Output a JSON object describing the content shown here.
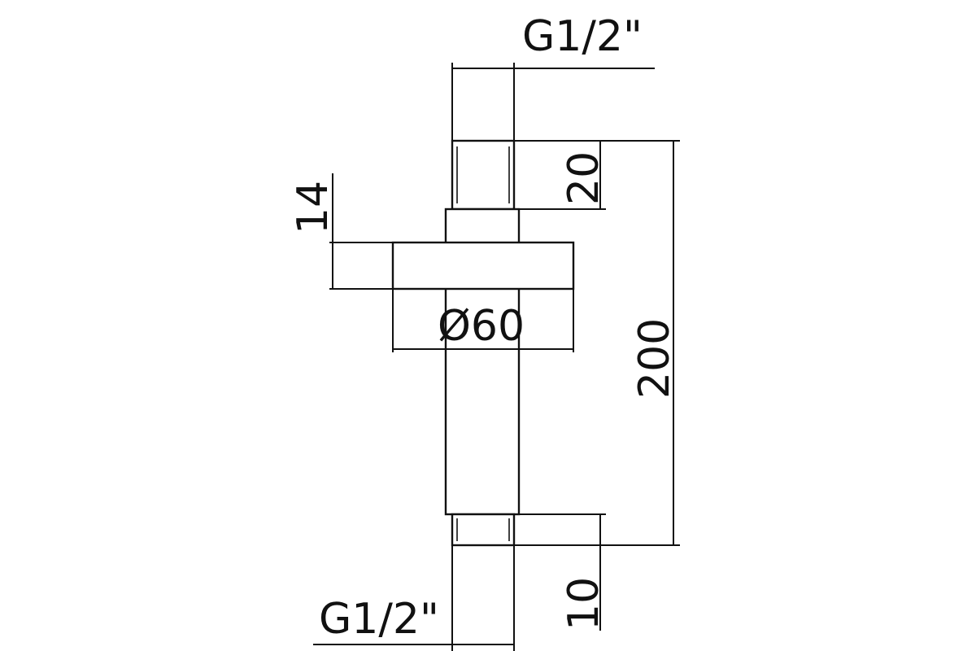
{
  "drawing": {
    "thread_top": "G1/2\"",
    "thread_bottom": "G1/2\"",
    "dim_top_thread_length": "20",
    "dim_flange_thickness": "14",
    "dim_flange_diameter": "Ø60",
    "dim_total_length": "200",
    "dim_bottom_thread_length": "10",
    "line_color": "#111111"
  }
}
